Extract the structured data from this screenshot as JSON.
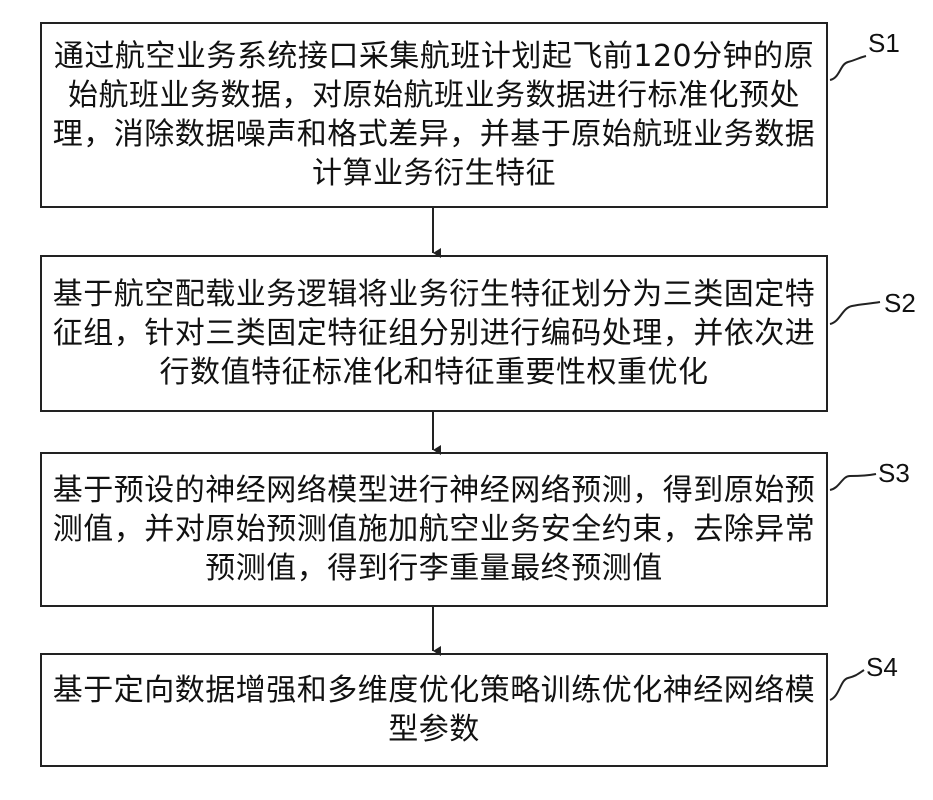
{
  "steps": [
    {
      "id": "S1",
      "text": "通过航空业务系统接口采集航班计划起飞前120分钟的原始航班业务数据，对原始航班业务数据进行标准化预处理，消除数据噪声和格式差异，并基于原始航班业务数据计算业务衍生特征"
    },
    {
      "id": "S2",
      "text": "基于航空配载业务逻辑将业务衍生特征划分为三类固定特征组，针对三类固定特征组分别进行编码处理，并依次进行数值特征标准化和特征重要性权重优化"
    },
    {
      "id": "S3",
      "text": "基于预设的神经网络模型进行神经网络预测，得到原始预测值，并对原始预测值施加航空业务安全约束，去除异常预测值，得到行李重量最终预测值"
    },
    {
      "id": "S4",
      "text": "基于定向数据增强和多维度优化策略训练优化神经网络模型参数"
    }
  ]
}
